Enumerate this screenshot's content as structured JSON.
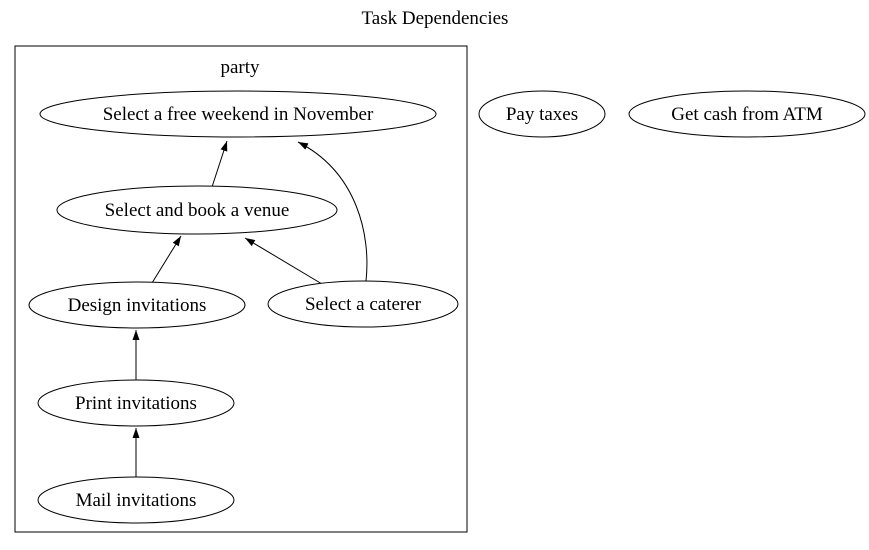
{
  "diagram": {
    "title": "Task Dependencies",
    "cluster": {
      "label": "party"
    },
    "nodes": [
      {
        "id": "weekend",
        "label": "Select a free weekend in November",
        "cluster": "party"
      },
      {
        "id": "venue",
        "label": "Select and book a venue",
        "cluster": "party"
      },
      {
        "id": "design",
        "label": "Design invitations",
        "cluster": "party"
      },
      {
        "id": "caterer",
        "label": "Select a caterer",
        "cluster": "party"
      },
      {
        "id": "print",
        "label": "Print invitations",
        "cluster": "party"
      },
      {
        "id": "mail",
        "label": "Mail invitations",
        "cluster": "party"
      },
      {
        "id": "pay-taxes",
        "label": "Pay taxes",
        "cluster": null
      },
      {
        "id": "get-cash",
        "label": "Get cash from ATM",
        "cluster": null
      }
    ],
    "edges": [
      {
        "from": "mail",
        "to": "print"
      },
      {
        "from": "print",
        "to": "design"
      },
      {
        "from": "design",
        "to": "venue"
      },
      {
        "from": "caterer",
        "to": "venue"
      },
      {
        "from": "venue",
        "to": "weekend"
      },
      {
        "from": "caterer",
        "to": "weekend"
      }
    ],
    "colors": {
      "stroke": "#000000",
      "node_fill": "#ffffff",
      "text": "#000000",
      "background": "#ffffff"
    }
  }
}
